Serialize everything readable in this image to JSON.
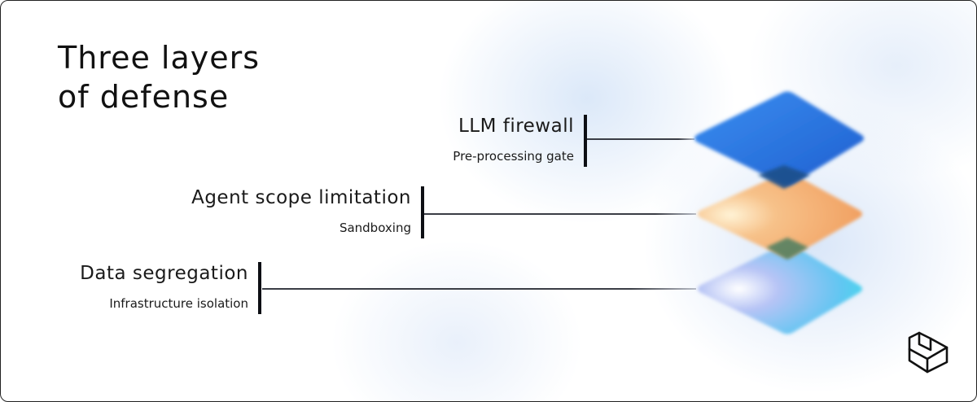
{
  "title": {
    "line1": "Three layers",
    "line2": "of defense"
  },
  "layers": [
    {
      "name": "LLM firewall",
      "subtitle": "Pre-processing gate",
      "color": "#2f7be0"
    },
    {
      "name": "Agent scope limitation",
      "subtitle": "Sandboxing",
      "color": "#f3a86a"
    },
    {
      "name": "Data segregation",
      "subtitle": "Infrastructure isolation",
      "color": "#4cd8ee"
    }
  ],
  "logo_icon": "cube-outline-icon"
}
